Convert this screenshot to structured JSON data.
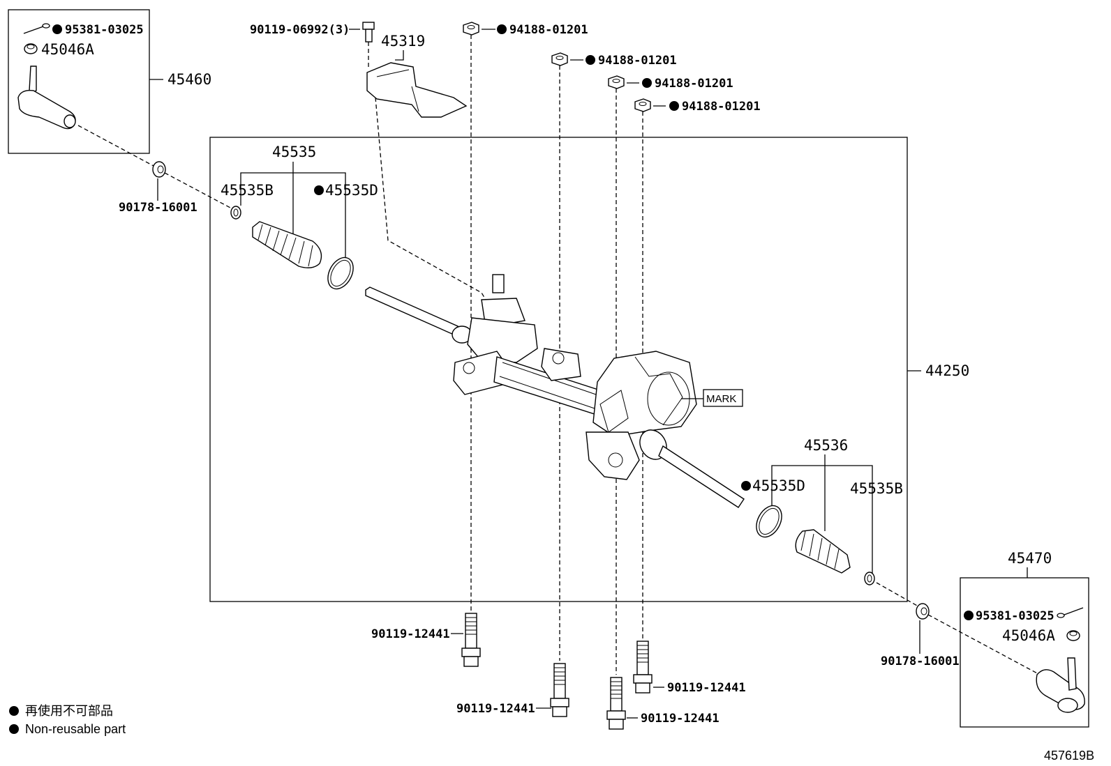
{
  "figure_id": "457619B",
  "legend": {
    "jp": "再使用不可部品",
    "en": "Non-reusable part"
  },
  "labels": {
    "p45460": "45460",
    "p95381_l": "95381-03025",
    "p45046a_l": "45046A",
    "p90178_l": "90178-16001",
    "p90119_06992": "90119-06992(3)",
    "p45319": "45319",
    "p94188_a": "94188-01201",
    "p94188_b": "94188-01201",
    "p94188_c": "94188-01201",
    "p94188_d": "94188-01201",
    "p45535": "45535",
    "p45535b_l": "45535B",
    "p45535d_l": "45535D",
    "p44250": "44250",
    "mark": "MARK",
    "p45536": "45536",
    "p45535d_r": "45535D",
    "p45535b_r": "45535B",
    "p45470": "45470",
    "p95381_r": "95381-03025",
    "p45046a_r": "45046A",
    "p90178_r": "90178-16001",
    "p90119_12441_a": "90119-12441",
    "p90119_12441_b": "90119-12441",
    "p90119_12441_c": "90119-12441",
    "p90119_12441_d": "90119-12441"
  }
}
